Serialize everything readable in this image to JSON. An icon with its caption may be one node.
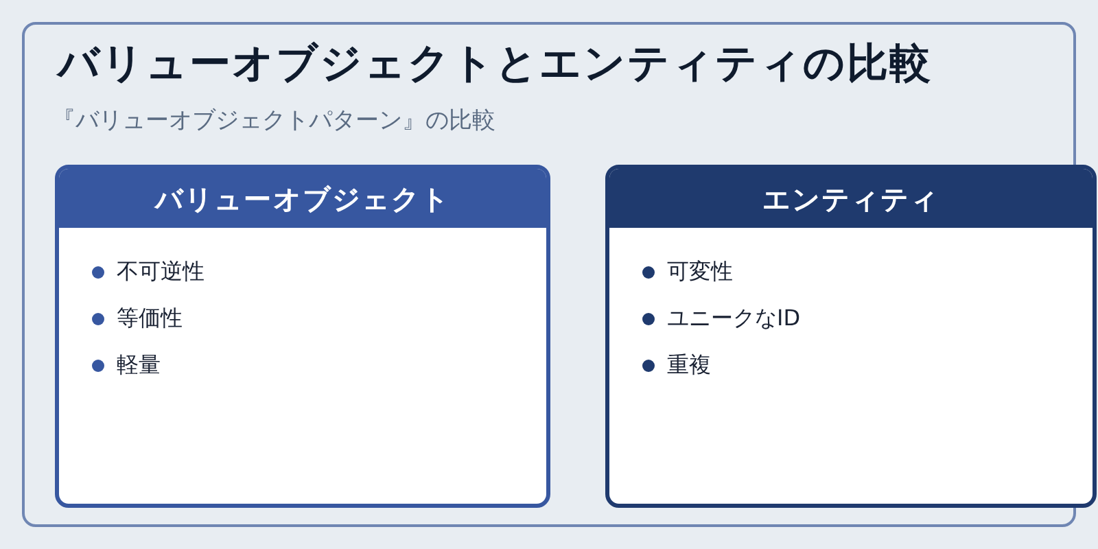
{
  "diagram": {
    "title": "バリューオブジェクトとエンティティの比較",
    "nodes": [
      {
        "text": [
          "バリューオブジェクト",
          "不可逆性",
          "等価性",
          "軽量"
        ]
      },
      {
        "text": [
          "エンティティ",
          "可変性",
          "ユニークなID",
          "重複"
        ]
      }
    ],
    "labels": [
      "『バリューオブジェクトパターン』の比較"
    ]
  }
}
